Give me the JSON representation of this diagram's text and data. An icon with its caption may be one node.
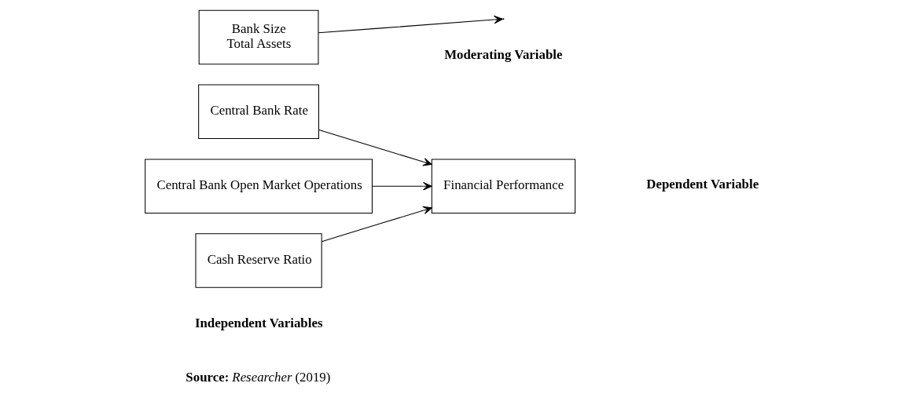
{
  "diagram": {
    "nodes": [
      {
        "text": [
          "Central Bank Rate"
        ]
      },
      {
        "text": [
          "Central Bank Open Market Operations"
        ]
      },
      {
        "text": [
          "Cash Reserve Ratio"
        ]
      },
      {
        "text": [
          "Financial Performance"
        ]
      },
      {
        "text": [
          "Bank Size",
          "Total Assets"
        ]
      }
    ],
    "edges": [
      {
        "from": 0,
        "to": 3,
        "arrow": "to"
      },
      {
        "from": 1,
        "to": 3,
        "arrow": "to"
      },
      {
        "from": 2,
        "to": 3,
        "arrow": "to"
      },
      {
        "from": 4,
        "to": null,
        "arrow": "to"
      }
    ],
    "labels": [
      "Independent Variables",
      "Moderating Variable",
      "Dependent Variable",
      "**Source:** *Researcher* (2019)"
    ]
  }
}
